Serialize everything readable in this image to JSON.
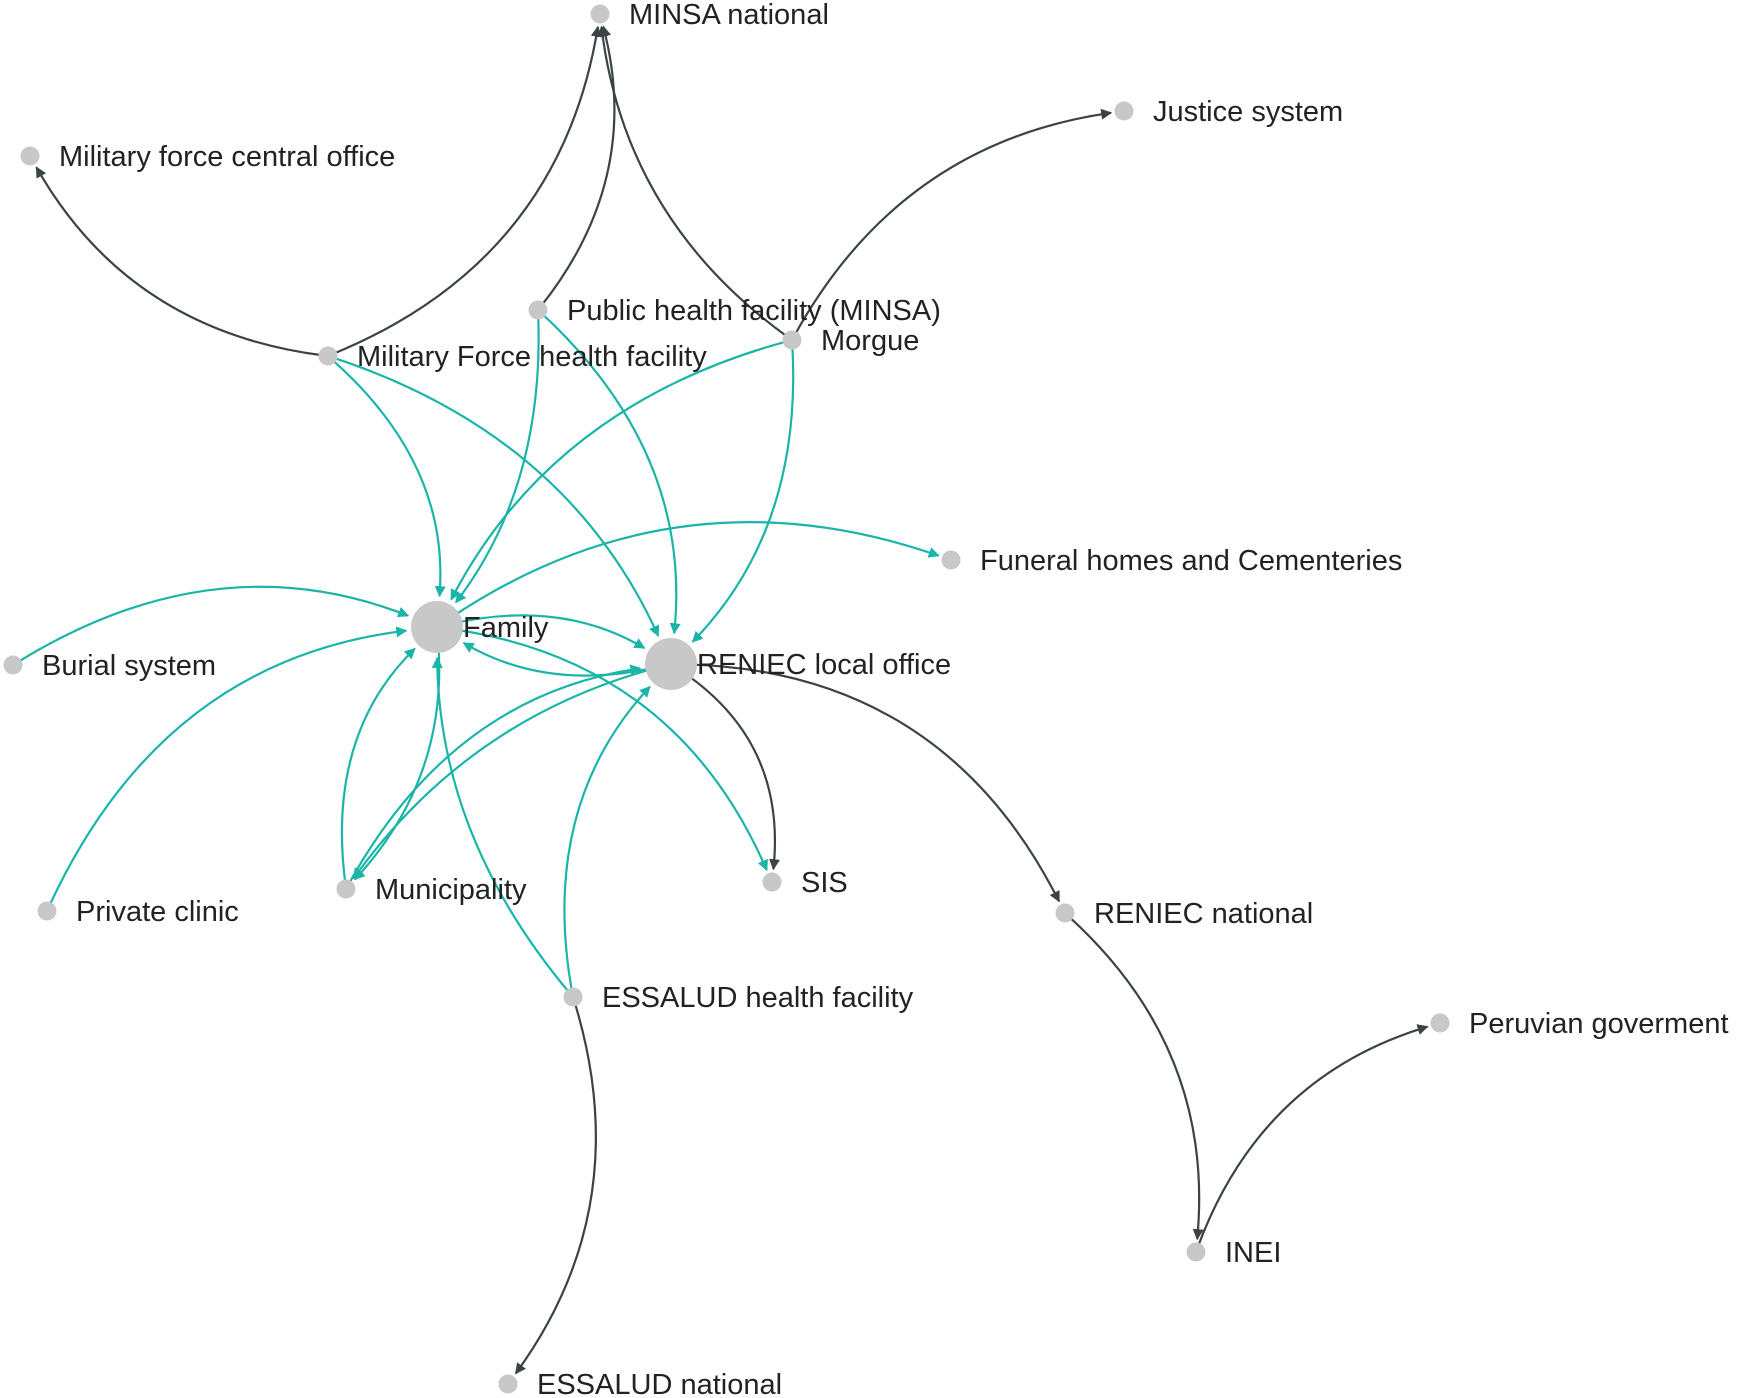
{
  "colors": {
    "background": "#ffffff",
    "node": "#c8c8c8",
    "edge_family": "#1ab5a8",
    "edge_system": "#3a4446",
    "label": "#222222"
  },
  "nodes": [
    {
      "id": "minsa_national",
      "label": "MINSA national",
      "size": "small"
    },
    {
      "id": "justice",
      "label": "Justice system",
      "size": "small"
    },
    {
      "id": "military_central",
      "label": "Military force central office",
      "size": "small"
    },
    {
      "id": "public_health",
      "label": "Public health facility (MINSA)",
      "size": "small"
    },
    {
      "id": "morgue",
      "label": "Morgue",
      "size": "small"
    },
    {
      "id": "military_health",
      "label": "Military Force health facility",
      "size": "small"
    },
    {
      "id": "funeral",
      "label": "Funeral homes and Cementeries",
      "size": "small"
    },
    {
      "id": "family",
      "label": "Family",
      "size": "large"
    },
    {
      "id": "burial",
      "label": "Burial system",
      "size": "small"
    },
    {
      "id": "reniec_local",
      "label": "RENIEC local office",
      "size": "large"
    },
    {
      "id": "sis",
      "label": "SIS",
      "size": "small"
    },
    {
      "id": "municipality",
      "label": "Municipality",
      "size": "small"
    },
    {
      "id": "private_clinic",
      "label": "Private clinic",
      "size": "small"
    },
    {
      "id": "reniec_national",
      "label": "RENIEC national",
      "size": "small"
    },
    {
      "id": "essalud_facility",
      "label": "ESSALUD health facility",
      "size": "small"
    },
    {
      "id": "peruvian_gov",
      "label": "Peruvian goverment",
      "size": "small"
    },
    {
      "id": "inei",
      "label": "INEI",
      "size": "small"
    },
    {
      "id": "essalud_national",
      "label": "ESSALUD national",
      "size": "small"
    }
  ],
  "edges": [
    {
      "from": "military_health",
      "to": "minsa_national",
      "kind": "system"
    },
    {
      "from": "public_health",
      "to": "minsa_national",
      "kind": "system"
    },
    {
      "from": "morgue",
      "to": "minsa_national",
      "kind": "system"
    },
    {
      "from": "morgue",
      "to": "justice",
      "kind": "system"
    },
    {
      "from": "military_health",
      "to": "military_central",
      "kind": "system"
    },
    {
      "from": "reniec_local",
      "to": "sis",
      "kind": "system"
    },
    {
      "from": "reniec_local",
      "to": "reniec_national",
      "kind": "system"
    },
    {
      "from": "reniec_national",
      "to": "inei",
      "kind": "system"
    },
    {
      "from": "inei",
      "to": "peruvian_gov",
      "kind": "system"
    },
    {
      "from": "essalud_facility",
      "to": "essalud_national",
      "kind": "system"
    },
    {
      "from": "military_health",
      "to": "family",
      "kind": "family"
    },
    {
      "from": "public_health",
      "to": "family",
      "kind": "family"
    },
    {
      "from": "morgue",
      "to": "family",
      "kind": "family"
    },
    {
      "from": "burial",
      "to": "family",
      "kind": "family"
    },
    {
      "from": "private_clinic",
      "to": "family",
      "kind": "family"
    },
    {
      "from": "municipality",
      "to": "family",
      "kind": "family"
    },
    {
      "from": "essalud_facility",
      "to": "family",
      "kind": "family"
    },
    {
      "from": "military_health",
      "to": "reniec_local",
      "kind": "family"
    },
    {
      "from": "public_health",
      "to": "reniec_local",
      "kind": "family"
    },
    {
      "from": "morgue",
      "to": "reniec_local",
      "kind": "family"
    },
    {
      "from": "family",
      "to": "reniec_local",
      "kind": "family"
    },
    {
      "from": "reniec_local",
      "to": "family",
      "kind": "family"
    },
    {
      "from": "municipality",
      "to": "reniec_local",
      "kind": "family"
    },
    {
      "from": "essalud_facility",
      "to": "reniec_local",
      "kind": "family"
    },
    {
      "from": "family",
      "to": "funeral",
      "kind": "family"
    },
    {
      "from": "family",
      "to": "sis",
      "kind": "family"
    },
    {
      "from": "family",
      "to": "municipality",
      "kind": "family"
    },
    {
      "from": "reniec_local",
      "to": "municipality",
      "kind": "family"
    }
  ]
}
